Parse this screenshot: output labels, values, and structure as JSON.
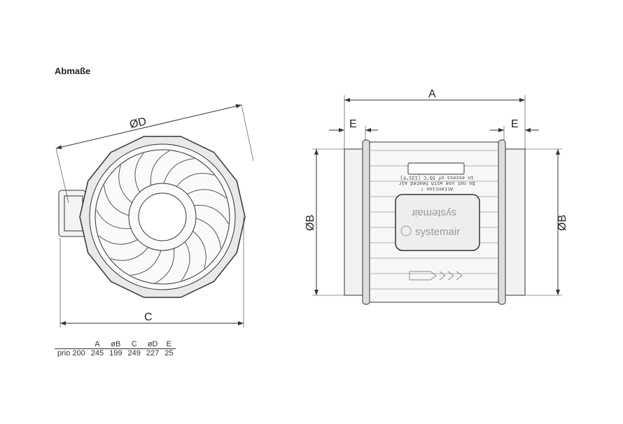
{
  "title": "Abmaße",
  "side_view": {
    "dim_D": "ØD",
    "dim_C": "C"
  },
  "front_view": {
    "dim_A": "A",
    "dim_E_left": "E",
    "dim_E_right": "E",
    "dim_B_left": "ØB",
    "dim_B_right": "ØB",
    "warning_line1": "Attention !",
    "warning_line2": "Do not use with heated air",
    "warning_line3": "in excess of 55°C (131°F)",
    "brand_upside_down": "systemair",
    "brand": "systemair"
  },
  "table": {
    "headers": [
      "",
      "A",
      "øB",
      "C",
      "øD",
      "E"
    ],
    "rows": [
      [
        "prio 200",
        "245",
        "199",
        "249",
        "227",
        "25"
      ]
    ]
  }
}
